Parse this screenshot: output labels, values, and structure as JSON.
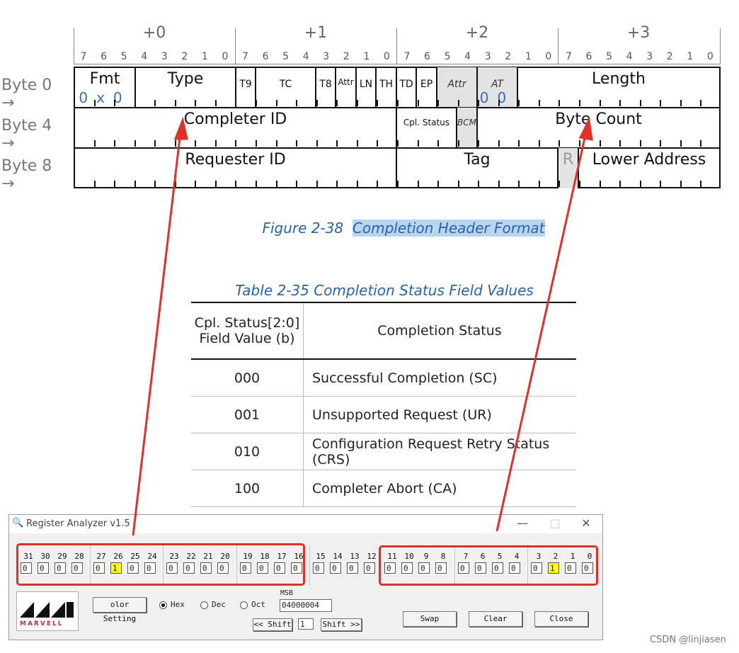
{
  "figure": {
    "byte_offsets": [
      "+0",
      "+1",
      "+2",
      "+3"
    ],
    "bit_numbers": [
      "7",
      "6",
      "5",
      "4",
      "3",
      "2",
      "1",
      "0"
    ],
    "row_labels": [
      "Byte 0 →",
      "Byte 4 →",
      "Byte 8 →"
    ],
    "row0": {
      "fmt": "Fmt",
      "fmt_value": "0x0",
      "type": "Type",
      "t9": "T9",
      "tc": "TC",
      "t8": "T8",
      "attr": "Attr",
      "ln": "LN",
      "th": "TH",
      "td": "TD",
      "ep": "EP",
      "attr2": "Attr",
      "at": "AT",
      "at_value": "00",
      "length": "Length"
    },
    "row1": {
      "completer_id": "Completer ID",
      "cpl_status": "Cpl. Status",
      "bcm": "BCM",
      "byte_count": "Byte Count"
    },
    "row2": {
      "requester_id": "Requester ID",
      "tag": "Tag",
      "r": "R",
      "lower_address": "Lower Address"
    },
    "caption_prefix": "Figure  2-38",
    "caption_title": "Completion Header Format"
  },
  "table": {
    "caption": "Table  2-35  Completion Status Field Values",
    "header_col1_line1": "Cpl. Status[2:0]",
    "header_col1_line2": "Field Value (b)",
    "header_col2": "Completion Status",
    "rows": [
      {
        "value": "000",
        "status": "Successful Completion (SC)"
      },
      {
        "value": "001",
        "status": "Unsupported Request (UR)"
      },
      {
        "value": "010",
        "status": "Configuration Request Retry Status (CRS)"
      },
      {
        "value": "100",
        "status": "Completer Abort (CA)"
      }
    ]
  },
  "window": {
    "title": "Register Analyzer v1.5",
    "controls": {
      "minimize": "—",
      "maximize": "□",
      "close": "✕"
    },
    "bits": [
      "0",
      "0",
      "0",
      "0",
      "0",
      "1",
      "0",
      "0",
      "0",
      "0",
      "0",
      "0",
      "0",
      "0",
      "0",
      "0",
      "0",
      "0",
      "0",
      "0",
      "0",
      "0",
      "0",
      "0",
      "0",
      "0",
      "0",
      "0",
      "0",
      "1",
      "0",
      "0"
    ],
    "bit_labels": [
      "31",
      "30",
      "29",
      "28",
      "27",
      "26",
      "25",
      "24",
      "23",
      "22",
      "21",
      "20",
      "19",
      "18",
      "17",
      "16",
      "15",
      "14",
      "13",
      "12",
      "11",
      "10",
      "9",
      "8",
      "7",
      "6",
      "5",
      "4",
      "3",
      "2",
      "1",
      "0"
    ],
    "logo_text": "MARVELL",
    "color_setting_label": "olor Setting",
    "radios": [
      {
        "label": "Hex",
        "selected": true
      },
      {
        "label": "Dec",
        "selected": false
      },
      {
        "label": "Oct",
        "selected": false
      }
    ],
    "msb_label": "MSB",
    "value": "04000004",
    "shift_left_label": "<< Shift",
    "shift_amount": "1",
    "shift_right_label": "Shift >>",
    "swap_label": "Swap",
    "clear_label": "Clear",
    "close_label": "Close",
    "highlight_color": "#ffff00",
    "annotation_color": "#e0302a"
  },
  "watermark": "CSDN @linjiasen"
}
